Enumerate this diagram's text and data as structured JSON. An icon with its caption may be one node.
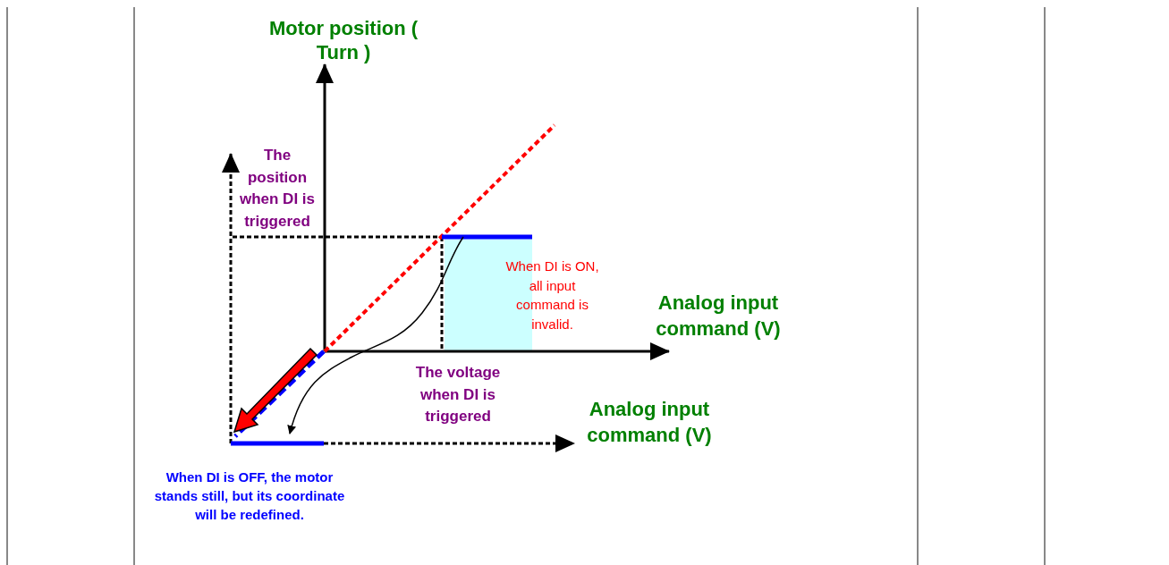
{
  "diagram": {
    "nodes": [
      {
        "text": [],
        "shape": "box"
      }
    ],
    "labels": [
      "Motor position ( Turn )",
      "The position when DI is triggered",
      "When DI is ON, all input command is invalid.",
      "Analog input command (V)",
      "The voltage when DI is triggered",
      "Analog input command (V)",
      "When DI is OFF, the motor stands still, but its coordinate will be redefined."
    ]
  }
}
